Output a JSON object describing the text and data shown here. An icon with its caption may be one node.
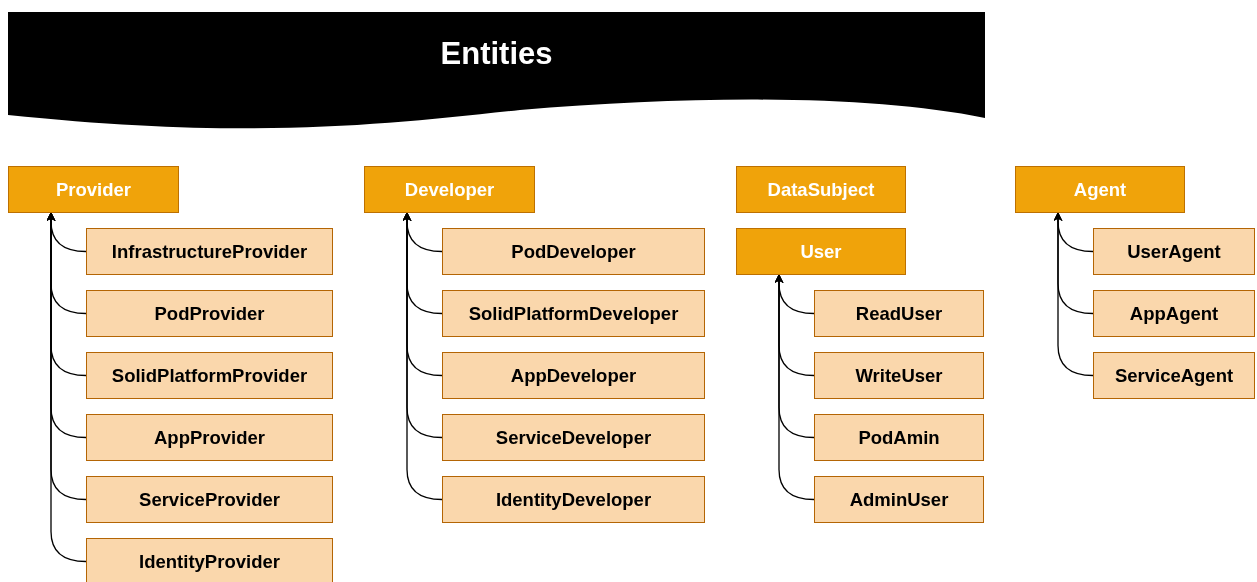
{
  "diagram": {
    "title": "Entities",
    "nodes": [
      {
        "text": [
          "Provider"
        ]
      },
      {
        "text": [
          "InfrastructureProvider"
        ]
      },
      {
        "text": [
          "PodProvider"
        ]
      },
      {
        "text": [
          "SolidPlatformProvider"
        ]
      },
      {
        "text": [
          "AppProvider"
        ]
      },
      {
        "text": [
          "ServiceProvider"
        ]
      },
      {
        "text": [
          "IdentityProvider"
        ]
      },
      {
        "text": [
          "Developer"
        ]
      },
      {
        "text": [
          "PodDeveloper"
        ]
      },
      {
        "text": [
          "SolidPlatformDeveloper"
        ]
      },
      {
        "text": [
          "AppDeveloper"
        ]
      },
      {
        "text": [
          "ServiceDeveloper"
        ]
      },
      {
        "text": [
          "IdentityDeveloper"
        ]
      },
      {
        "text": [
          "DataSubject"
        ]
      },
      {
        "text": [
          "User"
        ]
      },
      {
        "text": [
          "ReadUser"
        ]
      },
      {
        "text": [
          "WriteUser"
        ]
      },
      {
        "text": [
          "PodAmin"
        ]
      },
      {
        "text": [
          "AdminUser"
        ]
      },
      {
        "text": [
          "Agent"
        ]
      },
      {
        "text": [
          "UserAgent"
        ]
      },
      {
        "text": [
          "AppAgent"
        ]
      },
      {
        "text": [
          "ServiceAgent"
        ]
      }
    ],
    "edges": [
      {
        "from": 1,
        "to": 0,
        "arrow": "to"
      },
      {
        "from": 2,
        "to": 0,
        "arrow": "to"
      },
      {
        "from": 3,
        "to": 0,
        "arrow": "to"
      },
      {
        "from": 4,
        "to": 0,
        "arrow": "to"
      },
      {
        "from": 5,
        "to": 0,
        "arrow": "to"
      },
      {
        "from": 6,
        "to": 0,
        "arrow": "to"
      },
      {
        "from": 8,
        "to": 7,
        "arrow": "to"
      },
      {
        "from": 9,
        "to": 7,
        "arrow": "to"
      },
      {
        "from": 10,
        "to": 7,
        "arrow": "to"
      },
      {
        "from": 11,
        "to": 7,
        "arrow": "to"
      },
      {
        "from": 12,
        "to": 7,
        "arrow": "to"
      },
      {
        "from": 15,
        "to": 14,
        "arrow": "to"
      },
      {
        "from": 16,
        "to": 14,
        "arrow": "to"
      },
      {
        "from": 17,
        "to": 14,
        "arrow": "to"
      },
      {
        "from": 18,
        "to": 14,
        "arrow": "to"
      },
      {
        "from": 20,
        "to": 19,
        "arrow": "to"
      },
      {
        "from": 21,
        "to": 19,
        "arrow": "to"
      },
      {
        "from": 22,
        "to": 19,
        "arrow": "to"
      }
    ]
  }
}
